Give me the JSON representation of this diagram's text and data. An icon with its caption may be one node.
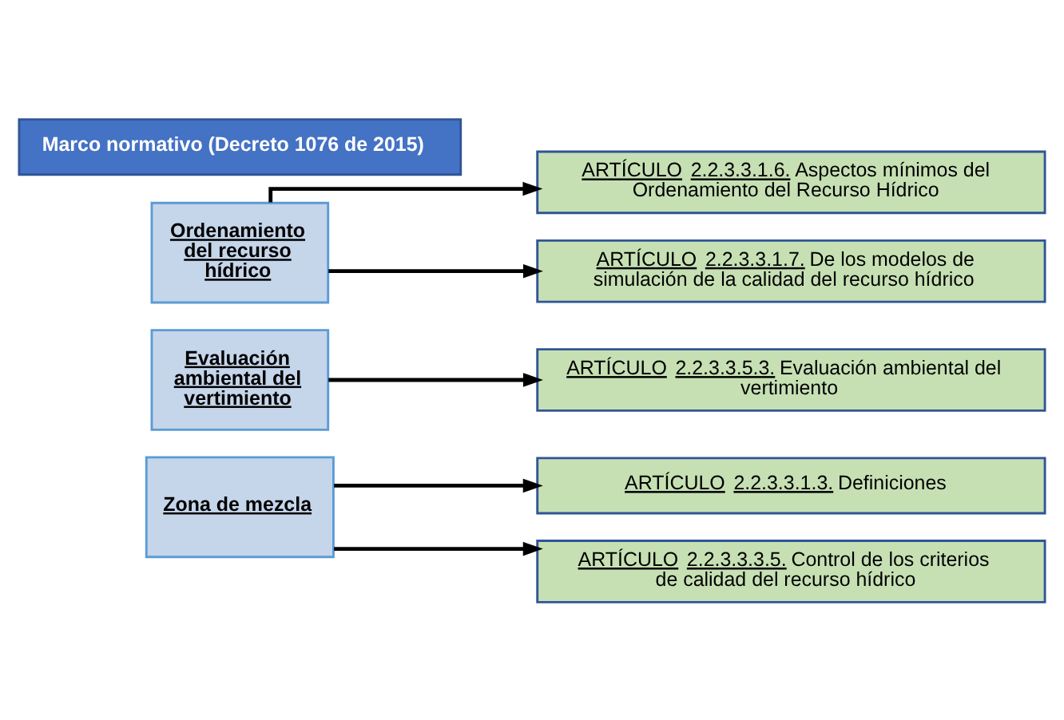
{
  "diagram": {
    "nodes": [
      {
        "text": [
          "Marco normativo (Decreto 1076 de 2015)"
        ]
      },
      {
        "text": [
          "Ordenamiento del recurso hídrico"
        ]
      },
      {
        "text": [
          "ARTÍCULO 2.2.3.3.1.6.",
          "Aspectos mínimos del Ordenamiento del Recurso Hídrico"
        ]
      },
      {
        "text": [
          "ARTÍCULO 2.2.3.3.1.7.",
          "De los modelos de simulación de la calidad del recurso hídrico"
        ]
      },
      {
        "text": [
          "Evaluación ambiental del vertimiento"
        ]
      },
      {
        "text": [
          "ARTÍCULO 2.2.3.3.5.3.",
          "Evaluación ambiental del vertimiento"
        ]
      },
      {
        "text": [
          "Zona de mezcla"
        ]
      },
      {
        "text": [
          "ARTÍCULO 2.2.3.3.1.3.",
          "Definiciones"
        ]
      },
      {
        "text": [
          "ARTÍCULO 2.2.3.3.3.5.",
          "Control de los criterios de calidad del recurso hídrico"
        ]
      }
    ],
    "edges": [
      {
        "from": 1,
        "to": 2,
        "arrow": "to"
      },
      {
        "from": 1,
        "to": 3,
        "arrow": "to"
      },
      {
        "from": 4,
        "to": 5,
        "arrow": "to"
      },
      {
        "from": 6,
        "to": 7,
        "arrow": "to"
      },
      {
        "from": 6,
        "to": 8,
        "arrow": "to"
      }
    ]
  }
}
